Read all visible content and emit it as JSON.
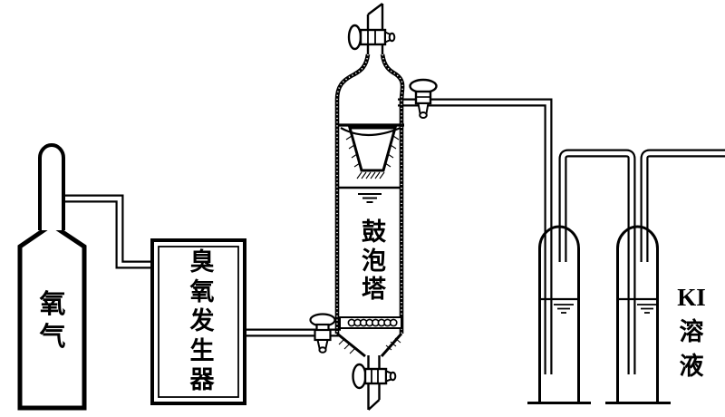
{
  "colors": {
    "line": "#000000",
    "background": "#ffffff"
  },
  "labels": {
    "oxygen_cylinder": "氧\n气",
    "ozone_generator": "臭\n氧\n发\n生\n器",
    "bubble_column": "鼓\n泡\n塔",
    "ki_solution": "KI\n溶\n液"
  },
  "components": {
    "vessels": [
      "oxygen-cylinder",
      "ozone-generator",
      "bubble-column",
      "gas-washing-tube-1",
      "gas-washing-tube-2"
    ],
    "valves": [
      "stopcock-column-top",
      "stopcock-column-outlet",
      "stopcock-column-inlet",
      "stopcock-column-drain"
    ],
    "symbols": [
      "liquid-level-symbol",
      "frit-bubbler",
      "funnel-insert"
    ]
  }
}
